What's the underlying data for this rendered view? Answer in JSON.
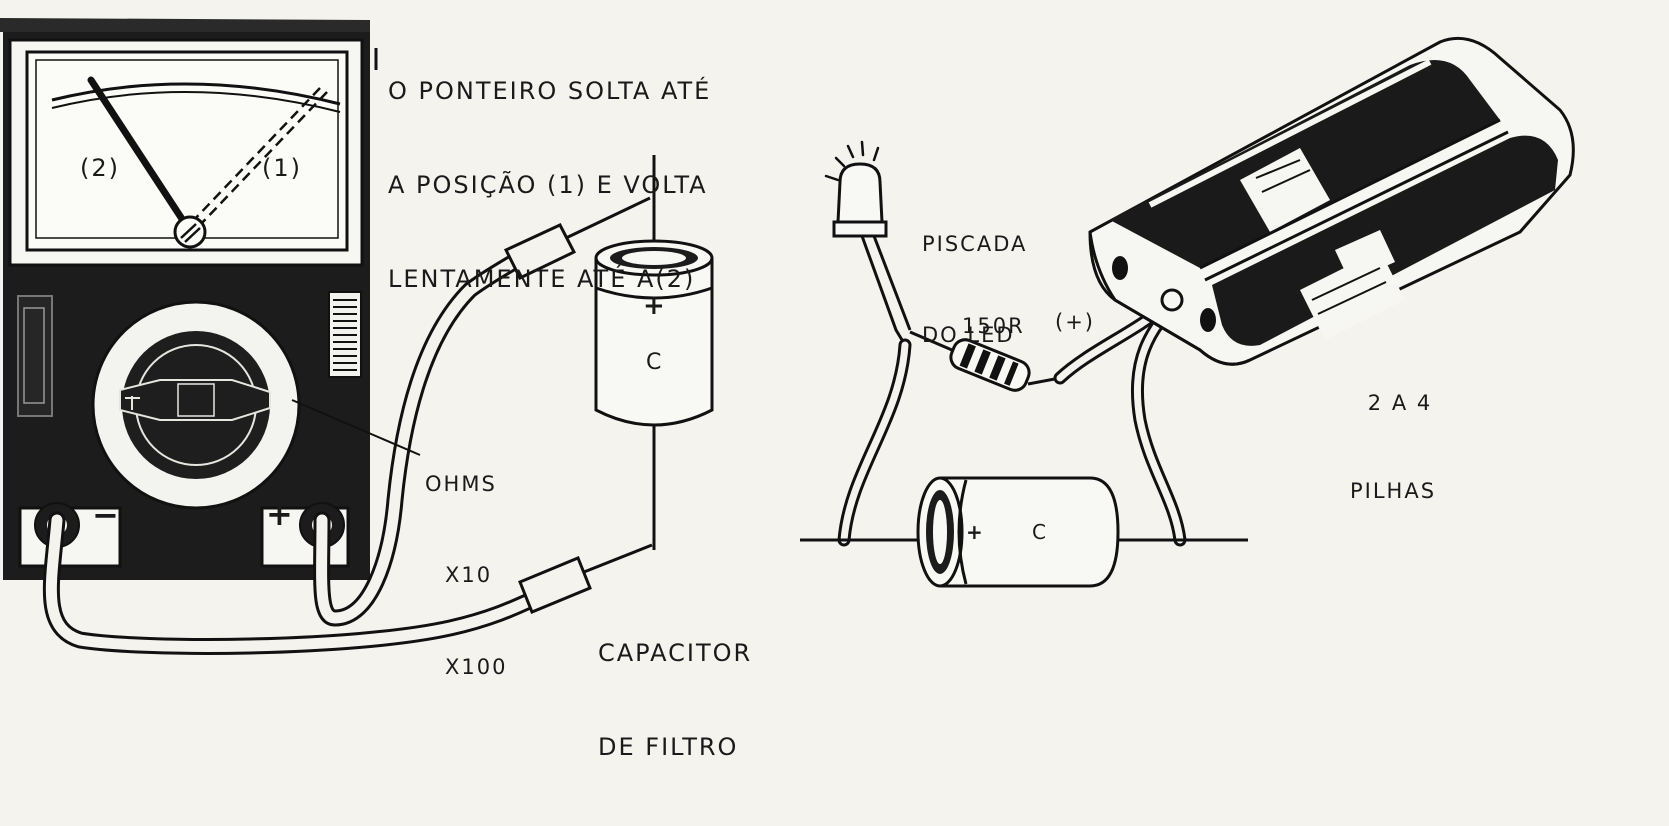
{
  "meter": {
    "scale_mark_2": "(2)",
    "scale_mark_1": "(1)",
    "terminal_neg": "−",
    "terminal_pos": "+",
    "range_lines": [
      "OHMS",
      "X10",
      "X100"
    ]
  },
  "notes": {
    "pointer_lines": [
      "O PONTEIRO SOLTA ATÉ",
      "A POSIÇÃO (1) E VOLTA",
      "LENTAMENTE ATÉ A(2)"
    ],
    "capacitor_lines": [
      "CAPACITOR",
      "DE FILTRO"
    ],
    "led_lines": [
      "PISCADA",
      "DO LED"
    ],
    "battery_lines": [
      "2 A 4",
      "PILHAS"
    ]
  },
  "components": {
    "cap_left_plus": "+",
    "cap_left_name": "C",
    "cap_right_plus": "+",
    "cap_right_name": "C",
    "resistor_value": "150R",
    "battery_polarity": "(+)"
  },
  "colors": {
    "ink": "#111111",
    "paper": "#f4f3ee"
  }
}
